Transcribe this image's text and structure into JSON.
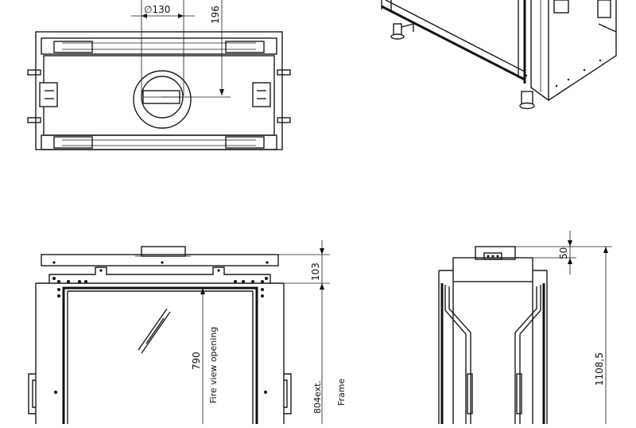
{
  "top_view": {
    "flue_diameter_label": "∅130",
    "flue_offset_label": "196"
  },
  "front_view": {
    "top_height_label": "103",
    "fire_view_value": "790",
    "fire_view_caption": "Fire view opening",
    "frame_value": "804ext.",
    "frame_caption": "Frame"
  },
  "side_view": {
    "top_offset_label": "50",
    "total_height_label": "1108,5"
  }
}
